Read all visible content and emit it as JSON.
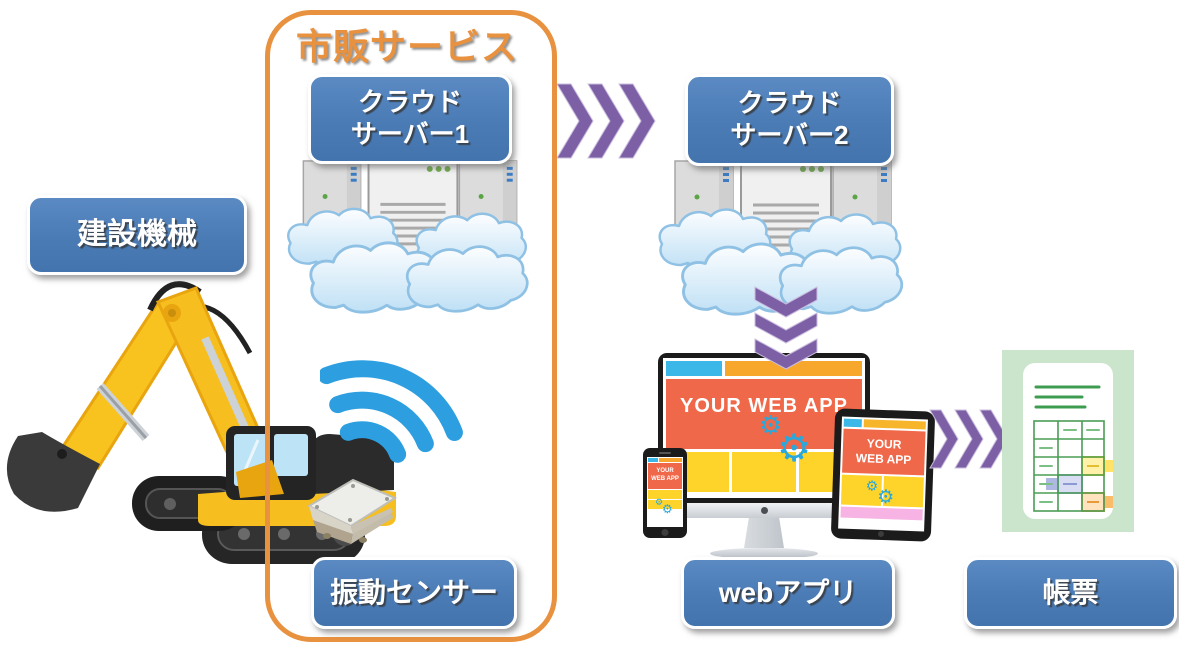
{
  "diagram_title": "市販サービス",
  "nodes": {
    "construction_machine": "建設機械",
    "cloud_server1_line1": "クラウド",
    "cloud_server1_line2": "サーバー1",
    "cloud_server2_line1": "クラウド",
    "cloud_server2_line2": "サーバー2",
    "vibration_sensor": "振動センサー",
    "web_app": "webアプリ",
    "report": "帳票"
  },
  "device_screens": {
    "monitor_text": "YOUR WEB APP",
    "phone_line1": "YOUR",
    "phone_line2": "WEB APP",
    "tablet_line1": "YOUR",
    "tablet_line2": "WEB APP"
  },
  "icons": {
    "cloud_server1": "cloud-server-icon",
    "cloud_server2": "cloud-server-icon",
    "wifi": "wifi-signal-icon",
    "sensor_device": "sensor-box-icon",
    "excavator": "excavator-icon",
    "devices": "responsive-devices-icon",
    "report_sheet": "report-table-icon",
    "arrows": "triple-chevron-arrow-icon"
  },
  "colors": {
    "node_blue": "#4E81BD",
    "container_orange": "#E8913F",
    "arrow_purple": "#7D5FA6",
    "wifi_blue": "#2D9FE0",
    "screen_orange": "#F0684A",
    "screen_yellow": "#FFD42A",
    "screen_cyan": "#3BB8E8",
    "tablet_pink": "#F7B3E3",
    "report_green_bg": "#CBE4CC",
    "report_line_green": "#3E9C50"
  }
}
